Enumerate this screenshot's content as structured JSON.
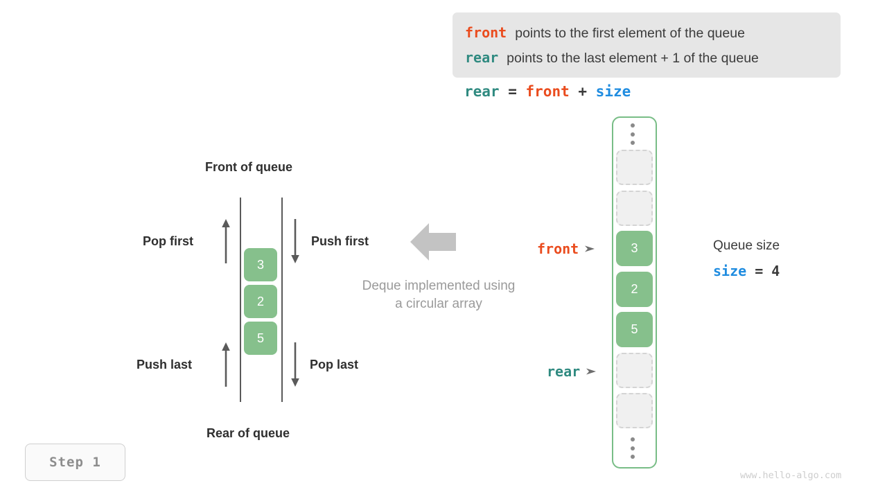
{
  "legend": {
    "lines": [
      {
        "keyword": "front",
        "keyword_color": "#ea4c1e",
        "text": "points to the first element of the queue"
      },
      {
        "keyword": "rear",
        "keyword_color": "#2f8a80",
        "text": "points to the last element + 1 of the queue"
      }
    ]
  },
  "formula": {
    "lhs": "rear",
    "eq": " = ",
    "rhs1": "front",
    "plus": " + ",
    "rhs2": "size"
  },
  "deque_diagram": {
    "top_label": "Front of queue",
    "bottom_label": "Rear of queue",
    "operations": {
      "pop_first": "Pop first",
      "push_first": "Push first",
      "push_last": "Push last",
      "pop_last": "Pop last"
    },
    "cells": [
      "3",
      "2",
      "5"
    ],
    "caption_line1": "Deque implemented using",
    "caption_line2": "a circular array",
    "cell_color": "#86c08c",
    "rail_color": "#5a5a5a",
    "big_arrow_color": "#c3c3c3"
  },
  "array": {
    "border_color": "#78bd86",
    "filled_color": "#86c08c",
    "empty_fill": "#f0f0f0",
    "empty_border": "#d4d4d4",
    "slots": [
      {
        "state": "empty",
        "value": ""
      },
      {
        "state": "empty",
        "value": ""
      },
      {
        "state": "filled",
        "value": "3"
      },
      {
        "state": "filled",
        "value": "2"
      },
      {
        "state": "filled",
        "value": "5"
      },
      {
        "state": "empty",
        "value": ""
      },
      {
        "state": "empty",
        "value": ""
      }
    ],
    "pointers": {
      "front": "front",
      "rear": "rear"
    }
  },
  "queue_size": {
    "label": "Queue size",
    "var": "size",
    "eq": " = ",
    "value": "4",
    "var_color": "#1f8ce0"
  },
  "step_badge": {
    "label": "Step 1"
  },
  "watermark": {
    "text": "www.hello-algo.com"
  }
}
